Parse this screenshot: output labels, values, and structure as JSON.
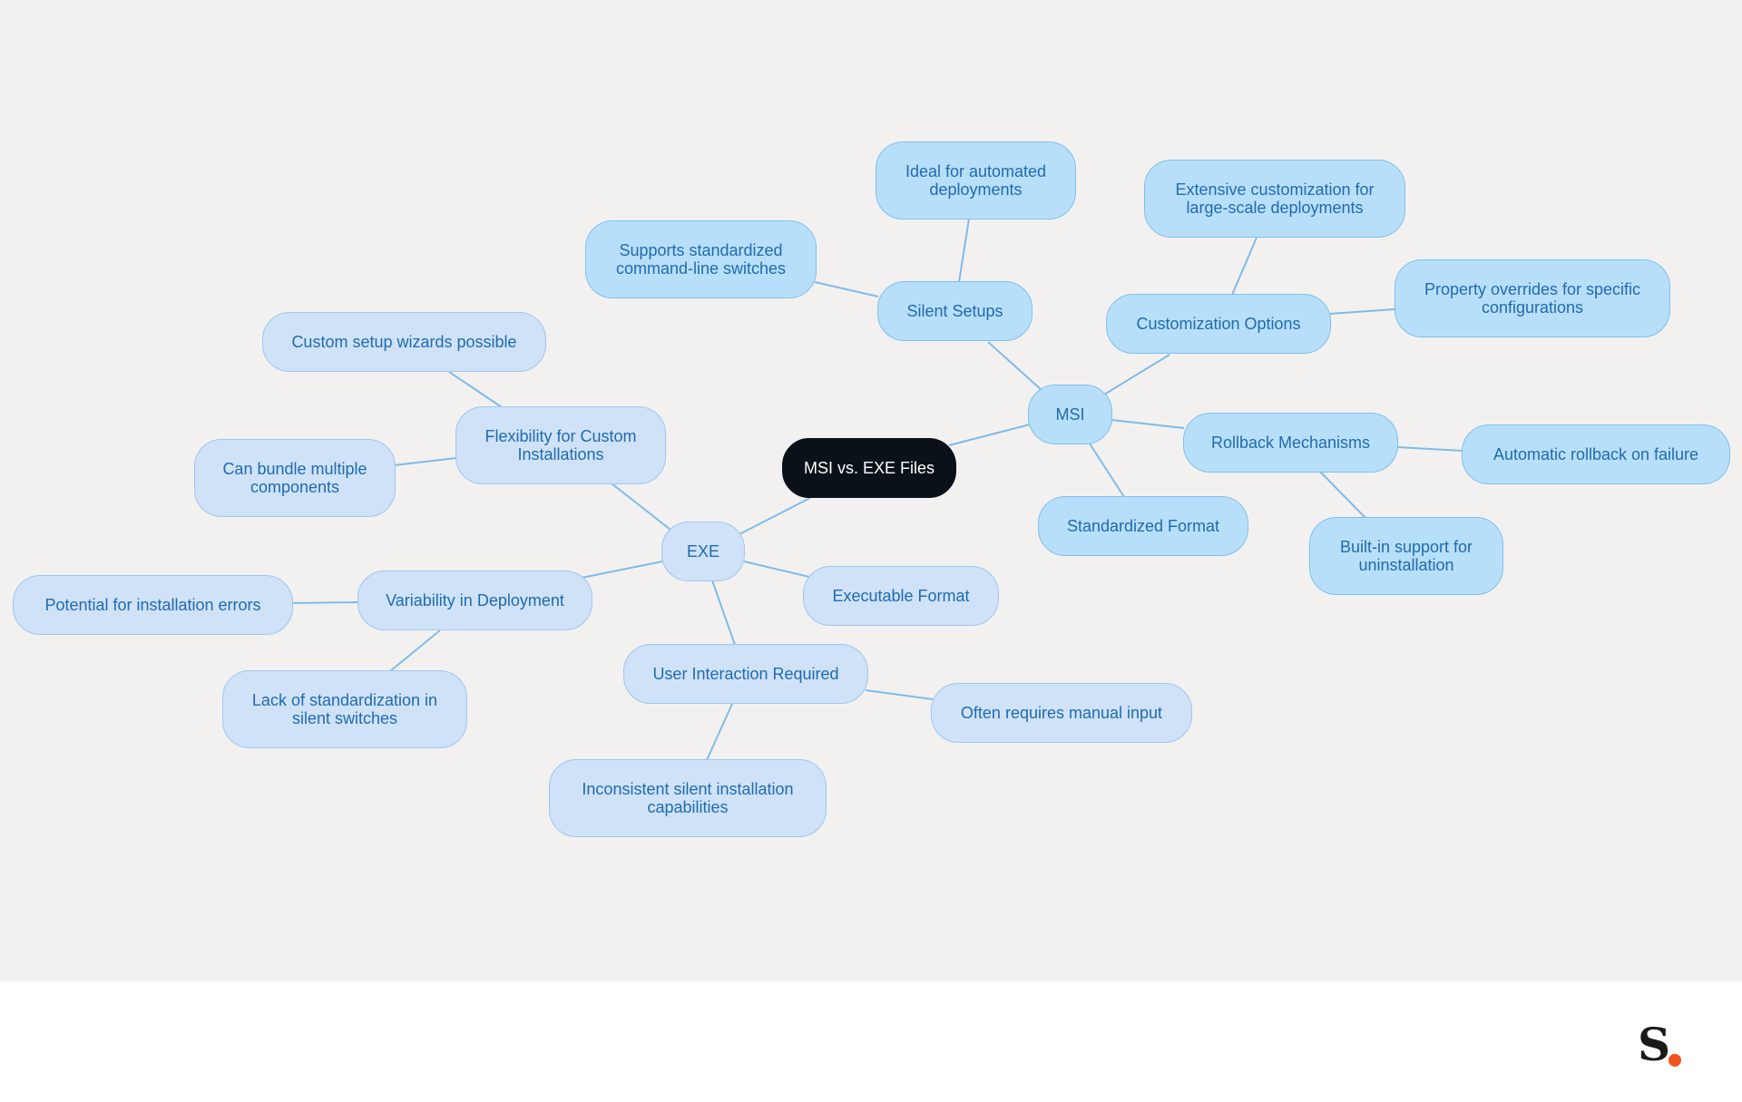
{
  "diagram": {
    "root": {
      "label": "MSI vs. EXE Files"
    },
    "msi": {
      "label": "MSI",
      "silent_setups": {
        "label": "Silent Setups",
        "ideal_automated": "Ideal for automated deployments",
        "standardized_switches": "Supports standardized command-line switches"
      },
      "customization": {
        "label": "Customization Options",
        "extensive": "Extensive customization for large-scale deployments",
        "property_overrides": "Property overrides for specific configurations"
      },
      "rollback": {
        "label": "Rollback Mechanisms",
        "automatic": "Automatic rollback on failure",
        "uninstall": "Built-in support for uninstallation"
      },
      "standardized_format": "Standardized Format"
    },
    "exe": {
      "label": "EXE",
      "flexibility": {
        "label": "Flexibility for Custom Installations",
        "wizards": "Custom setup wizards possible",
        "bundle": "Can bundle multiple components"
      },
      "variability": {
        "label": "Variability in Deployment",
        "errors": "Potential for installation errors",
        "lack_standardization": "Lack of standardization in silent switches"
      },
      "executable_format": "Executable Format",
      "user_interaction": {
        "label": "User Interaction Required",
        "manual_input": "Often requires manual input",
        "inconsistent_silent": "Inconsistent silent installation capabilities"
      }
    }
  },
  "colors": {
    "background": "#f3f1f0",
    "root_fill": "#0b1119",
    "exe_branch_fill": "#cfe2f8",
    "msi_branch_fill": "#b8dffa",
    "link": "#7fbbe9",
    "text": "#1f6bb0",
    "logo_dot": "#f0531c"
  },
  "footer": {
    "logo_letter": "S"
  }
}
